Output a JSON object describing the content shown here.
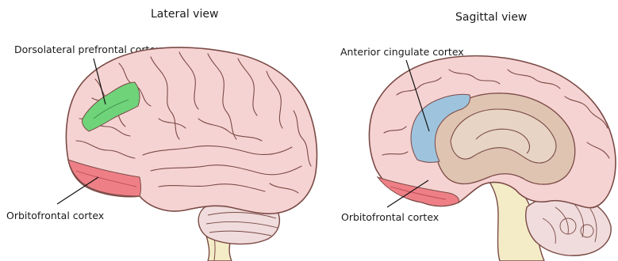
{
  "views": {
    "lateral": {
      "title": "Lateral view",
      "labels": {
        "dlpfc": "Dorsolateral prefrontal cortex",
        "ofc": "Orbitofrontal cortex"
      }
    },
    "sagittal": {
      "title": "Sagittal view",
      "labels": {
        "acc": "Anterior cingulate cortex",
        "ofc": "Orbitofrontal cortex"
      }
    }
  },
  "colors": {
    "cortex": "#f6d3d3",
    "outline": "#7a4a45",
    "dlpfc": "#6fd37a",
    "ofc": "#ef7f86",
    "acc": "#9ec3dd",
    "brainstem": "#f3ecc7",
    "cerebellum": "#f0dcdc",
    "inner": "#dfc4b2"
  }
}
